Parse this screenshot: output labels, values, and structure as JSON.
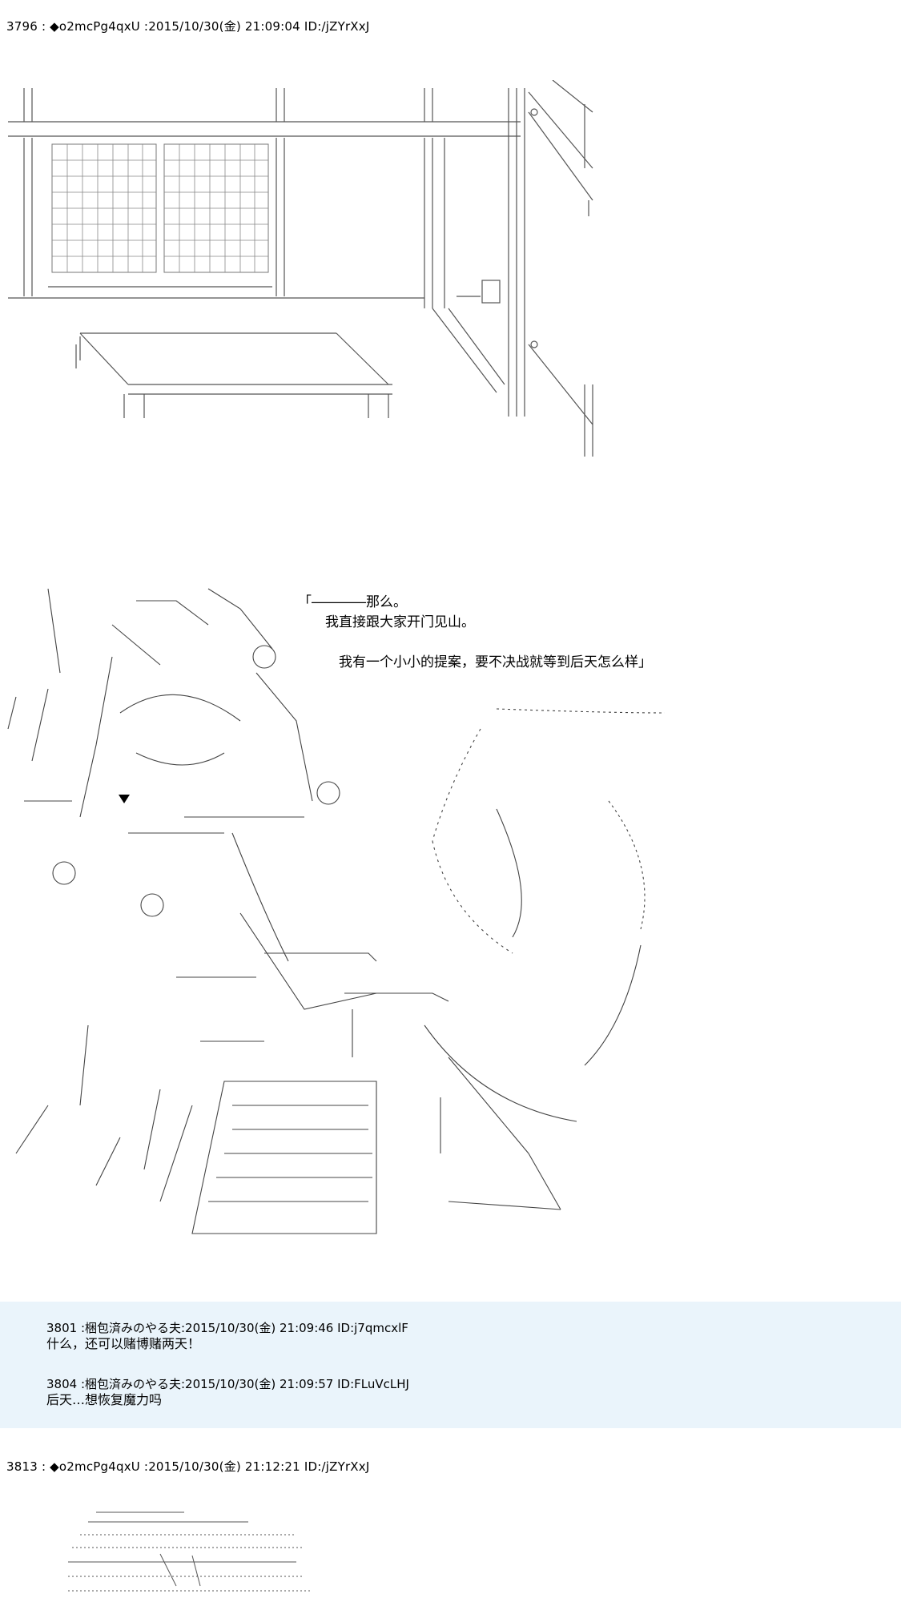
{
  "posts": [
    {
      "header": "3796 : ◆o2mcPg4qxU :2015/10/30(金) 21:09:04 ID:/jZYrXxJ",
      "speech": "「――――那么。\n　　我直接跟大家开门见山。\n\n　　　我有一个小小的提案，要不决战就等到后天怎么样」"
    },
    {
      "header": "3813 : ◆o2mcPg4qxU :2015/10/30(金) 21:12:21 ID:/jZYrXxJ"
    }
  ],
  "replies": [
    {
      "header": "3801 :梱包済みのやる夫:2015/10/30(金) 21:09:46 ID:j7qmcxlF",
      "body": "什么，还可以赌博赌两天！"
    },
    {
      "header": "3804 :梱包済みのやる夫:2015/10/30(金) 21:09:57 ID:FLuVcLHJ",
      "body": "后天…想恢复魔力吗"
    }
  ]
}
